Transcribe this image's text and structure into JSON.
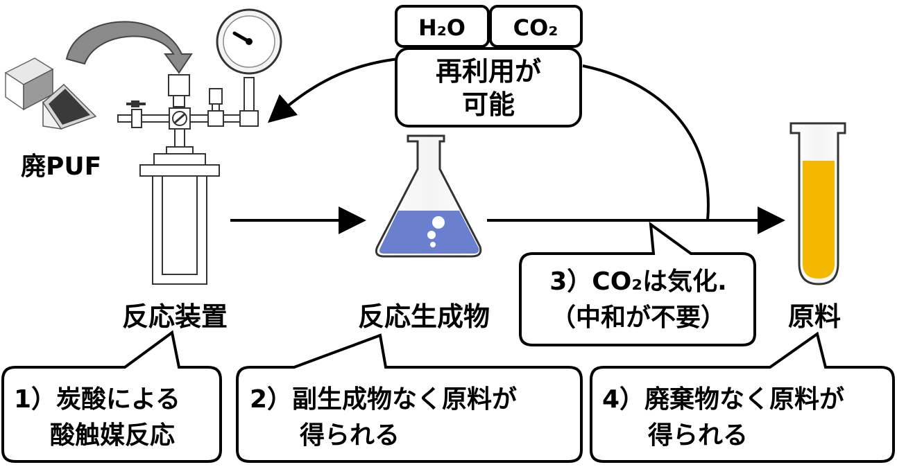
{
  "labels": {
    "waste_puf": "廃PUF",
    "reactor": "反応装置",
    "product": "反応生成物",
    "raw_material": "原料"
  },
  "tags": {
    "h2o": "H₂O",
    "co2": "CO₂"
  },
  "reuse_box": {
    "line1": "再利用が",
    "line2": "可能"
  },
  "callouts": {
    "c1": {
      "line1": "1）炭酸による",
      "line2": "酸触媒反応"
    },
    "c2": {
      "line1": "2）副生成物なく原料が",
      "line2": "得られる"
    },
    "c3": {
      "line1": "3）CO₂は気化.",
      "line2": "（中和が不要）"
    },
    "c4": {
      "line1": "4）廃棄物なく原料が",
      "line2": "得られる"
    }
  },
  "colors": {
    "flask_liquid": "#6b7fcf",
    "tube_liquid": "#f5b800",
    "cube_gray": "#9a9a9a",
    "curved_arrow_gray": "#8a8a8a"
  }
}
